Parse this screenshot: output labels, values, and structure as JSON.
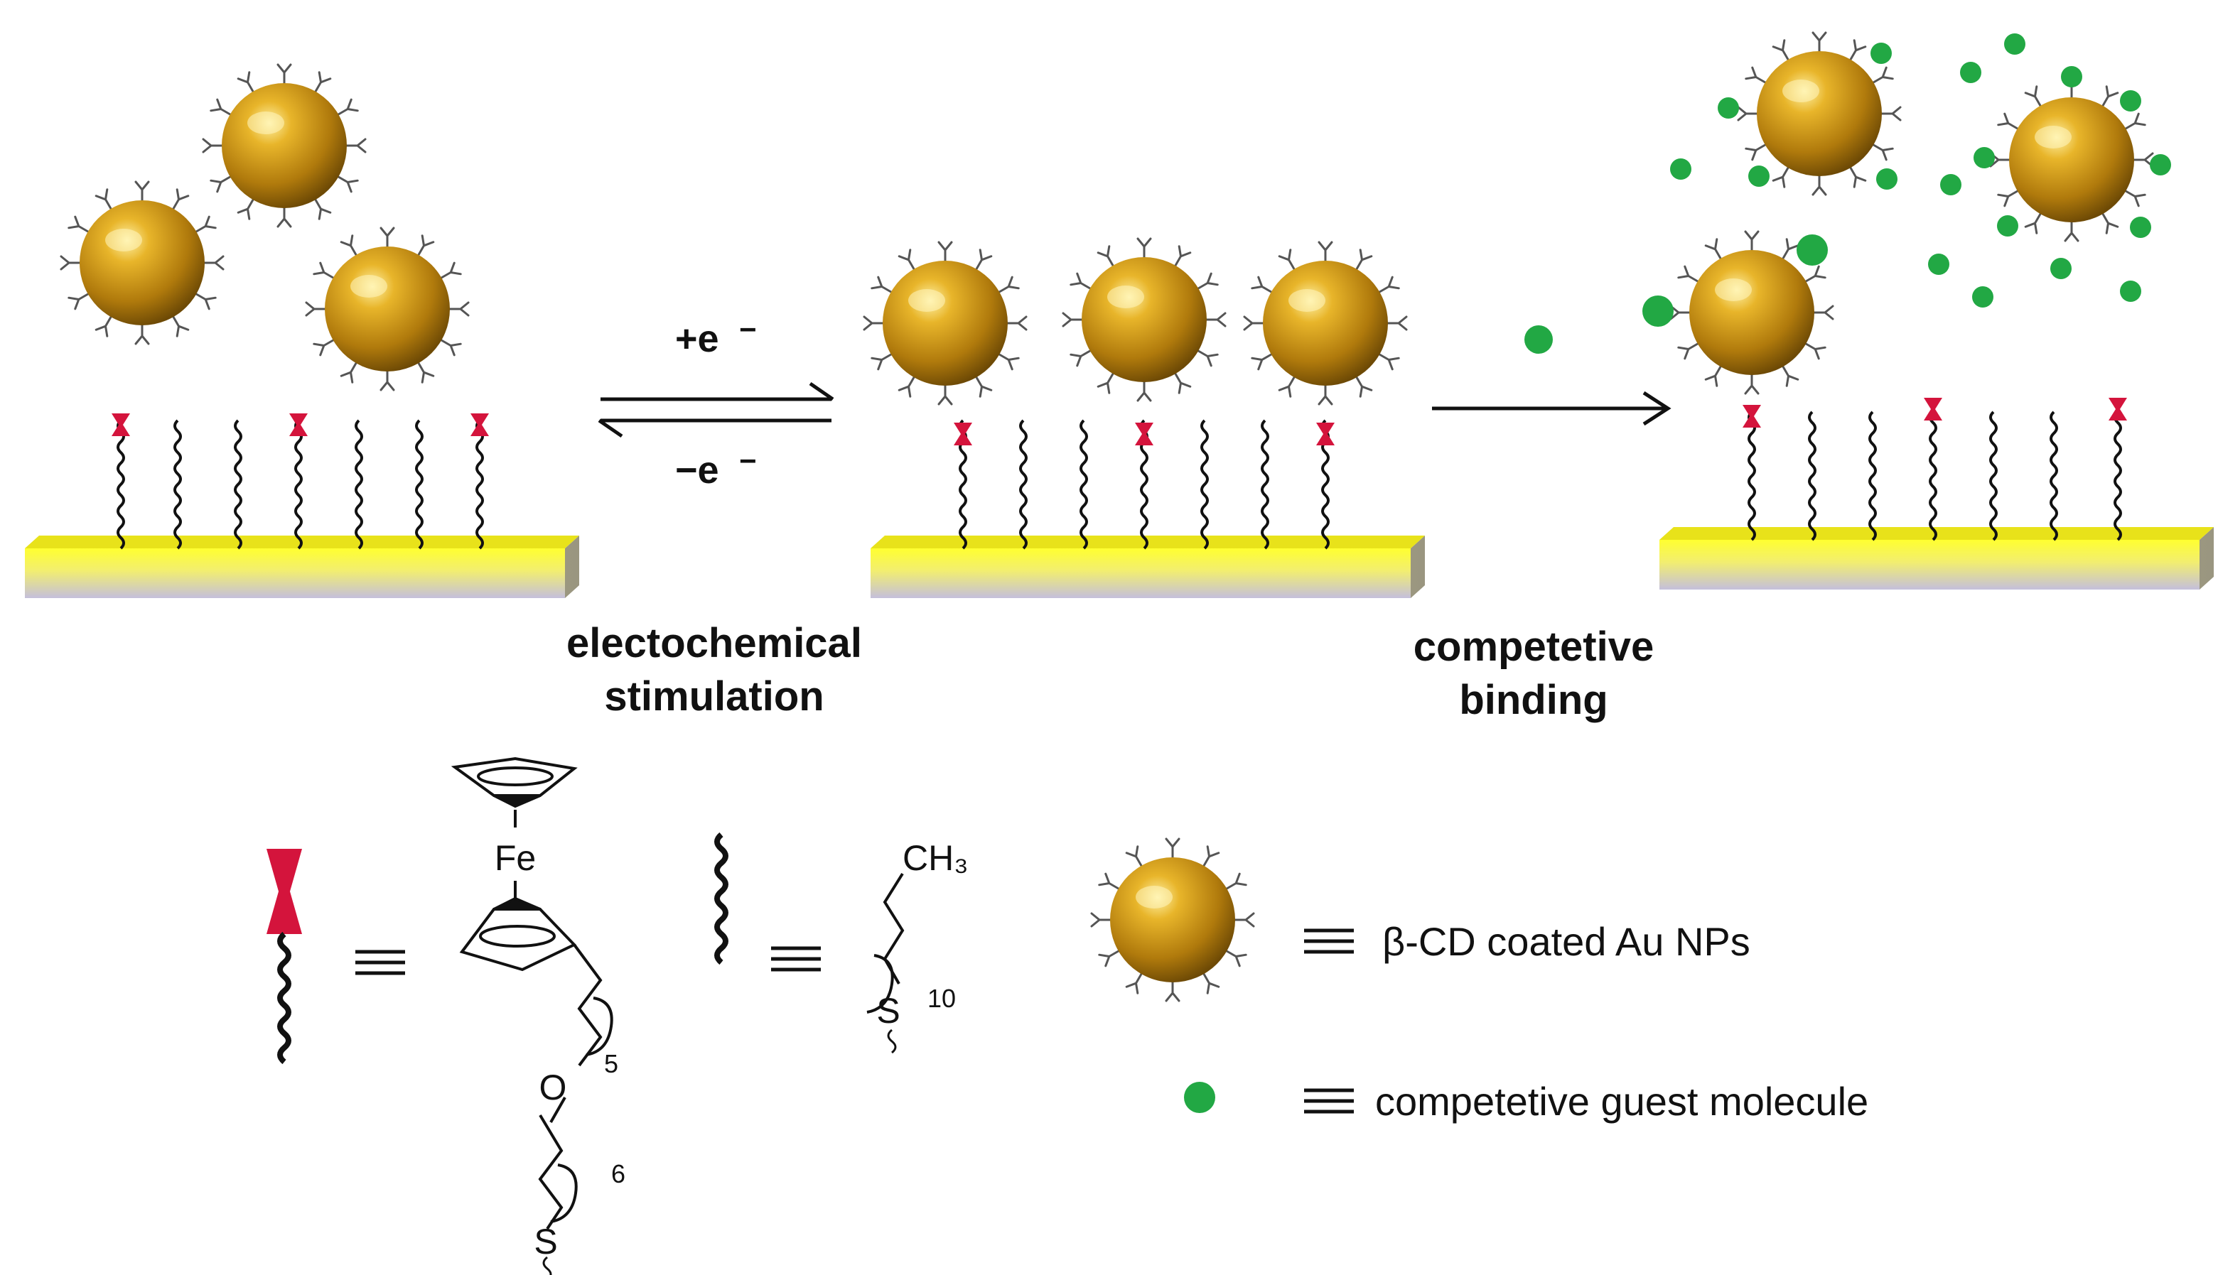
{
  "labels": {
    "reduce": "+e",
    "oxidize": "−e",
    "minus": "−",
    "step1_line1": "electochemical",
    "step1_line2": "stimulation",
    "step2_line1": "competetive",
    "step2_line2": "binding",
    "fe": "Fe",
    "o": "O",
    "s": "S",
    "ch3": "CH₃",
    "n5": "5",
    "n6": "6",
    "n10": "10",
    "np_legend": "β-CD coated Au NPs",
    "guest_legend": "competetive guest molecule"
  },
  "colors": {
    "gold": "#d4a017",
    "substrate_top": "#ffff33",
    "substrate_bottom": "#c8c0dc",
    "ferrocene": "#d4143c",
    "guest": "#22a844"
  }
}
